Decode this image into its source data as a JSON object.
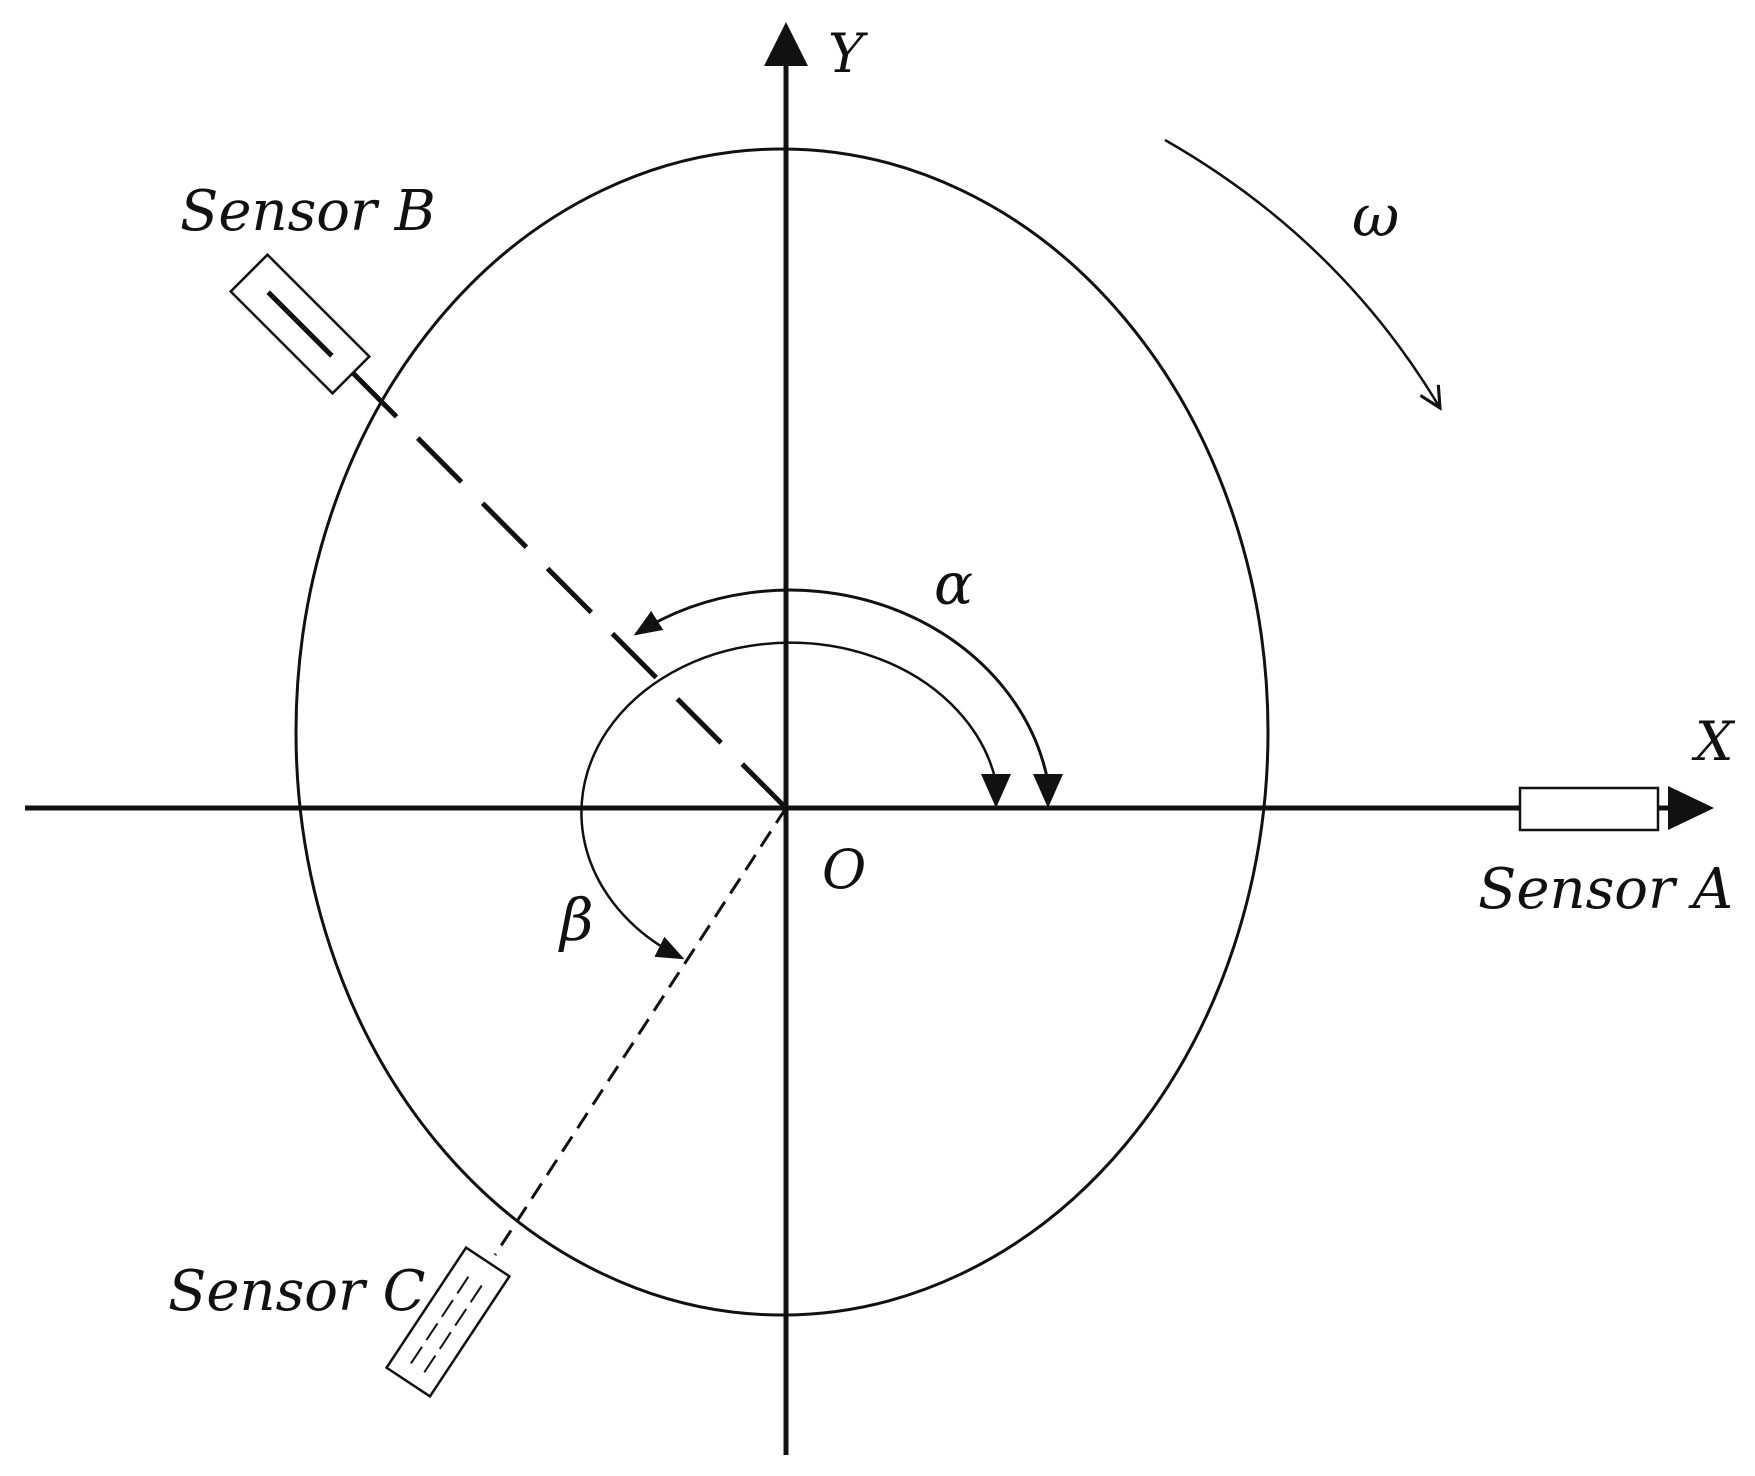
{
  "diagram": {
    "axes": {
      "x_label": "X",
      "y_label": "Y",
      "origin_label": "O"
    },
    "angles": {
      "alpha_label": "α",
      "beta_label": "β",
      "omega_label": "ω"
    },
    "sensors": {
      "a_label": "Sensor A",
      "b_label": "Sensor B",
      "c_label": "Sensor C"
    },
    "colors": {
      "stroke": "#111111",
      "background": "#ffffff"
    }
  }
}
